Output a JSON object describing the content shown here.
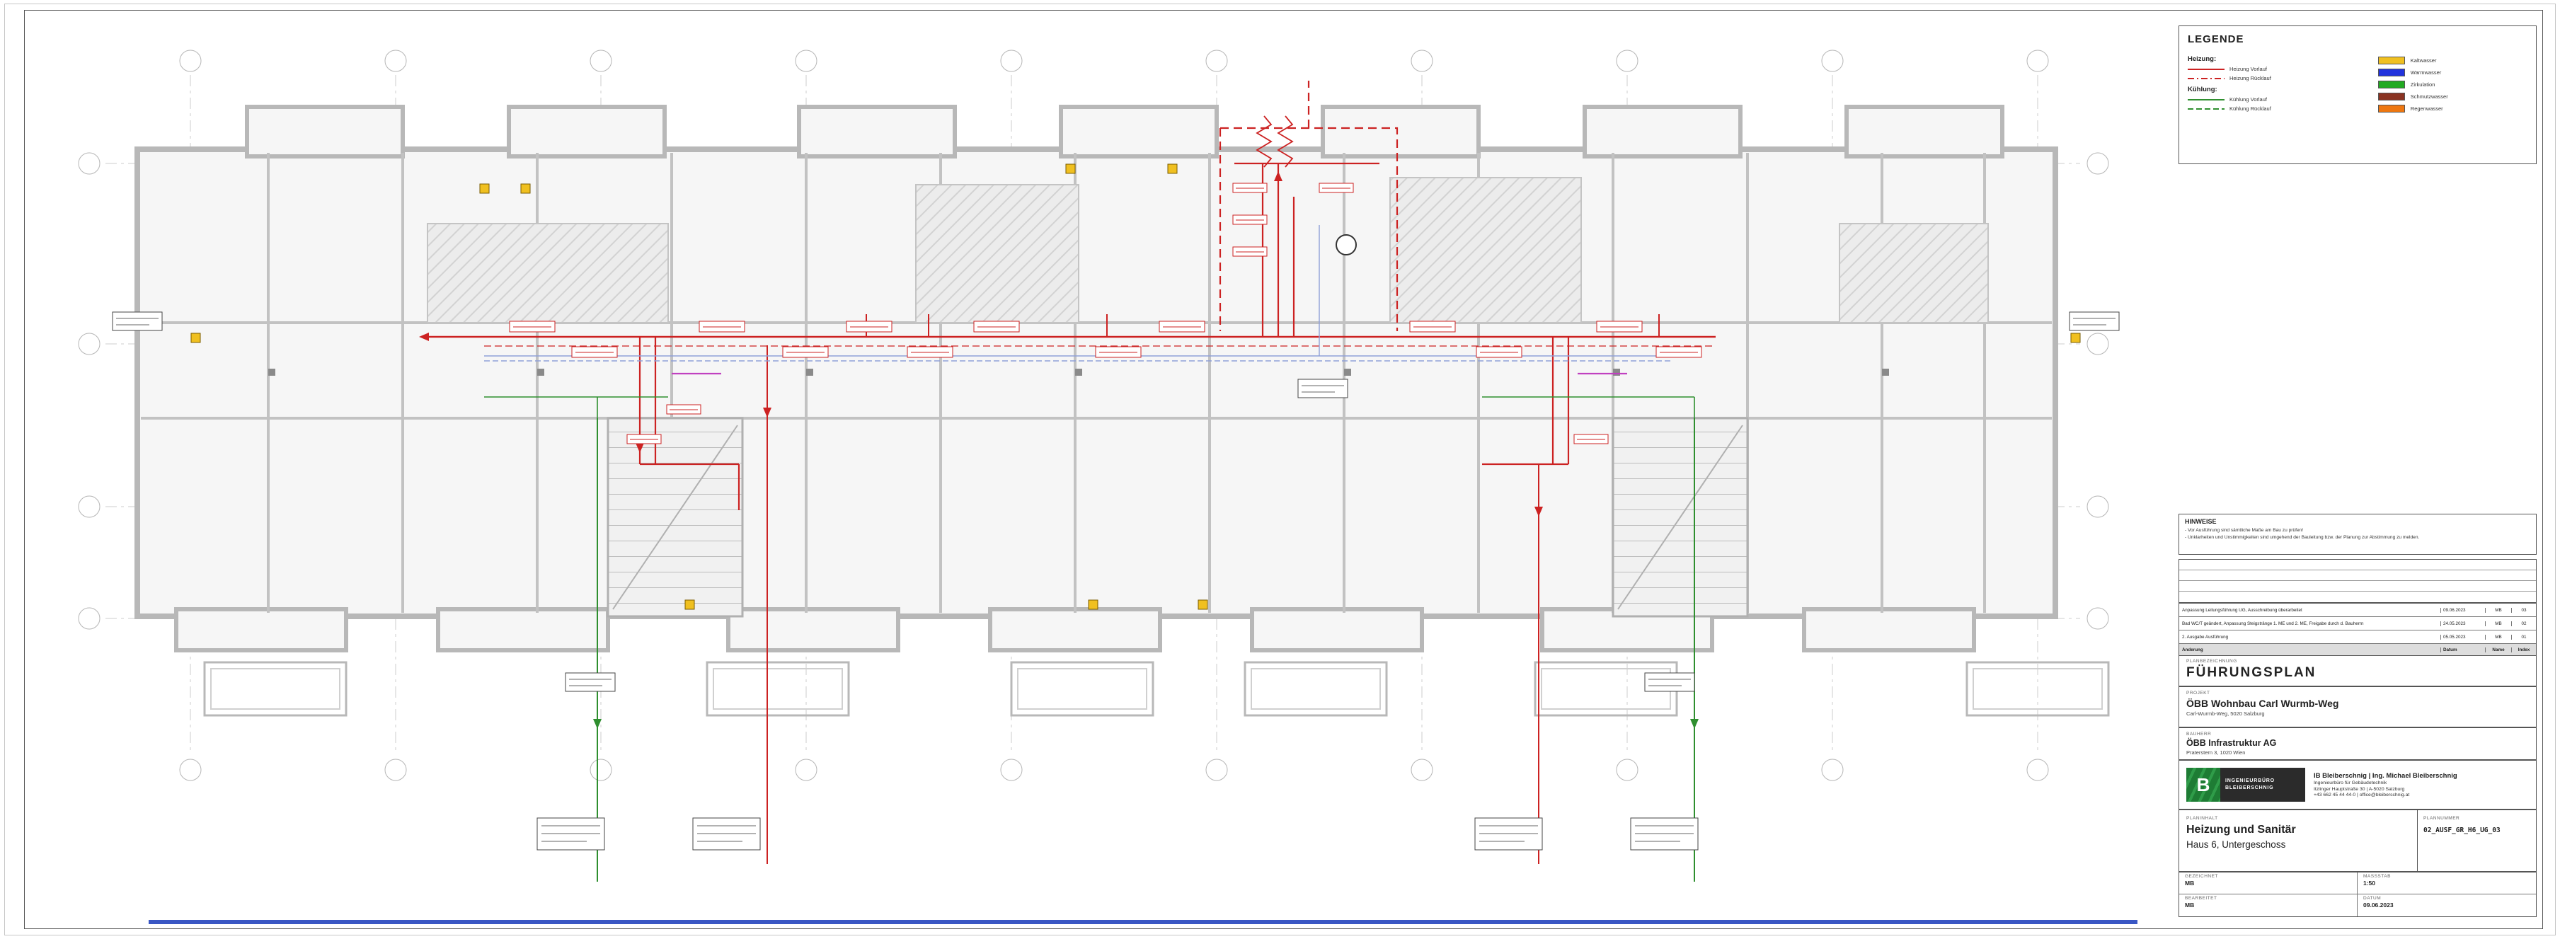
{
  "legend": {
    "title": "LEGENDE",
    "heizung_title": "Heizung:",
    "heizung_items": [
      {
        "label": "Heizung Vorlauf",
        "color": "#cc2222"
      },
      {
        "label": "Heizung Rücklauf",
        "color": "#cc2222"
      }
    ],
    "kuehlung_title": "Kühlung:",
    "kuehlung_items": [
      {
        "label": "Kühlung Vorlauf",
        "color": "#2f8f2f"
      },
      {
        "label": "Kühlung Rücklauf",
        "color": "#2f8f2f"
      }
    ],
    "sanitaer_items": [
      {
        "label": "Kaltwasser",
        "color": "#f0c020"
      },
      {
        "label": "Warmwasser",
        "color": "#2233dd"
      },
      {
        "label": "Zirkulation",
        "color": "#22aa22"
      },
      {
        "label": "Schmutzwasser",
        "color": "#8a3322"
      },
      {
        "label": "Regenwasser",
        "color": "#ee7711"
      }
    ]
  },
  "hinweise": {
    "title": "HINWEISE",
    "lines": [
      "- Vor Ausführung sind sämtliche Maße am Bau zu prüfen!",
      "- Unklarheiten und Unstimmigkeiten sind umgehend der Bauleitung bzw. der Planung zur Abstimmung zu melden."
    ]
  },
  "revisions": {
    "header": {
      "aenderung": "Änderung",
      "datum": "Datum",
      "name": "Name",
      "index": "Index"
    },
    "rows": [
      {
        "text": "Anpassung Leitungsführung UG, Ausschreibung überarbeitet",
        "datum": "09.06.2023",
        "name": "MB",
        "index": "03"
      },
      {
        "text": "Bad WC/T geändert, Anpassung Steigstränge 1. ME und 2. ME, Freigabe durch d. Bauherrn",
        "datum": "24.05.2023",
        "name": "MB",
        "index": "02"
      },
      {
        "text": "2. Ausgabe Ausführung",
        "datum": "05.05.2023",
        "name": "MB",
        "index": "01"
      }
    ]
  },
  "plan_type": {
    "label": "PLANBEZEICHNUNG",
    "value": "FÜHRUNGSPLAN"
  },
  "project": {
    "label": "PROJEKT",
    "name": "ÖBB Wohnbau Carl Wurmb-Weg",
    "address": "Carl-Wurmb-Weg, 5020 Salzburg"
  },
  "client": {
    "label": "BAUHERR",
    "name": "ÖBB Infrastruktur AG",
    "address": "Praterstern 3, 1020 Wien"
  },
  "firm": {
    "logo_letter": "B",
    "logo_line1": "INGENIEURBÜRO",
    "logo_line2": "BLEIBERSCHNIG",
    "name": "IB Bleiberschnig | Ing. Michael Bleiberschnig",
    "line2": "Ingenieurbüro für Gebäudetechnik",
    "line3": "Itzlinger Hauptstraße 30 | A-5020 Salzburg",
    "line4": "+43 662 45 44 44-0 | office@bleiberschnig.at"
  },
  "content": {
    "label": "PLANINHALT",
    "title": "Heizung und Sanitär",
    "subtitle": "Haus 6, Untergeschoss",
    "number_label": "PLANNUMMER",
    "number": "02_AUSF_GR_H6_UG_03"
  },
  "fields": [
    {
      "label": "GEZEICHNET",
      "value": "MB"
    },
    {
      "label": "MASSSTAB",
      "value": "1:50"
    },
    {
      "label": "BEARBEITET",
      "value": "MB"
    },
    {
      "label": "DATUM",
      "value": "09.06.2023"
    }
  ],
  "plan_colors": {
    "walls": "#c2c2c2",
    "heizung": "#cc2222",
    "kuehlung": "#2f8f2f",
    "sanitaer_blau": "#8fa0d8",
    "markierung_gelb": "#f0c020",
    "magenta": "#c040c0"
  }
}
